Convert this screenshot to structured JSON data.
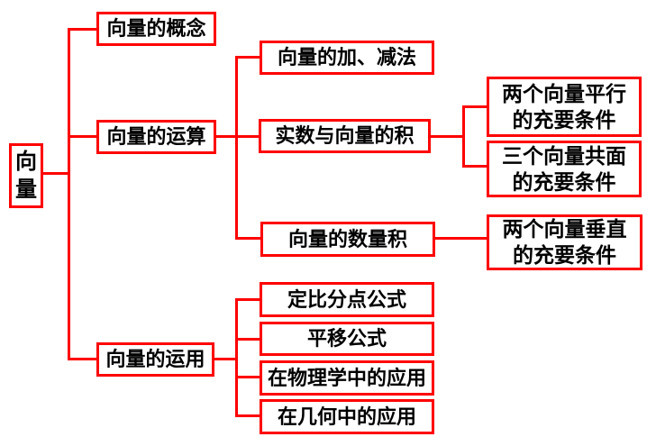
{
  "colors": {
    "accent": "#ff0000",
    "text": "#000000",
    "background": "#ffffff"
  },
  "tree": {
    "label": "向量",
    "children": [
      {
        "label": "向量的概念",
        "children": []
      },
      {
        "label": "向量的运算",
        "children": [
          {
            "label": "向量的加、减法",
            "children": []
          },
          {
            "label": "实数与向量的积",
            "children": [
              {
                "label": "两个向量平行\n的充要条件",
                "children": []
              },
              {
                "label": "三个向量共面\n的充要条件",
                "children": []
              }
            ]
          },
          {
            "label": "向量的数量积",
            "children": [
              {
                "label": "两个向量垂直\n的充要条件",
                "children": []
              }
            ]
          }
        ]
      },
      {
        "label": "向量的运用",
        "children": [
          {
            "label": "定比分点公式",
            "children": []
          },
          {
            "label": "平移公式",
            "children": []
          },
          {
            "label": "在物理学中的应用",
            "children": []
          },
          {
            "label": "在几何中的应用",
            "children": []
          }
        ]
      }
    ]
  }
}
